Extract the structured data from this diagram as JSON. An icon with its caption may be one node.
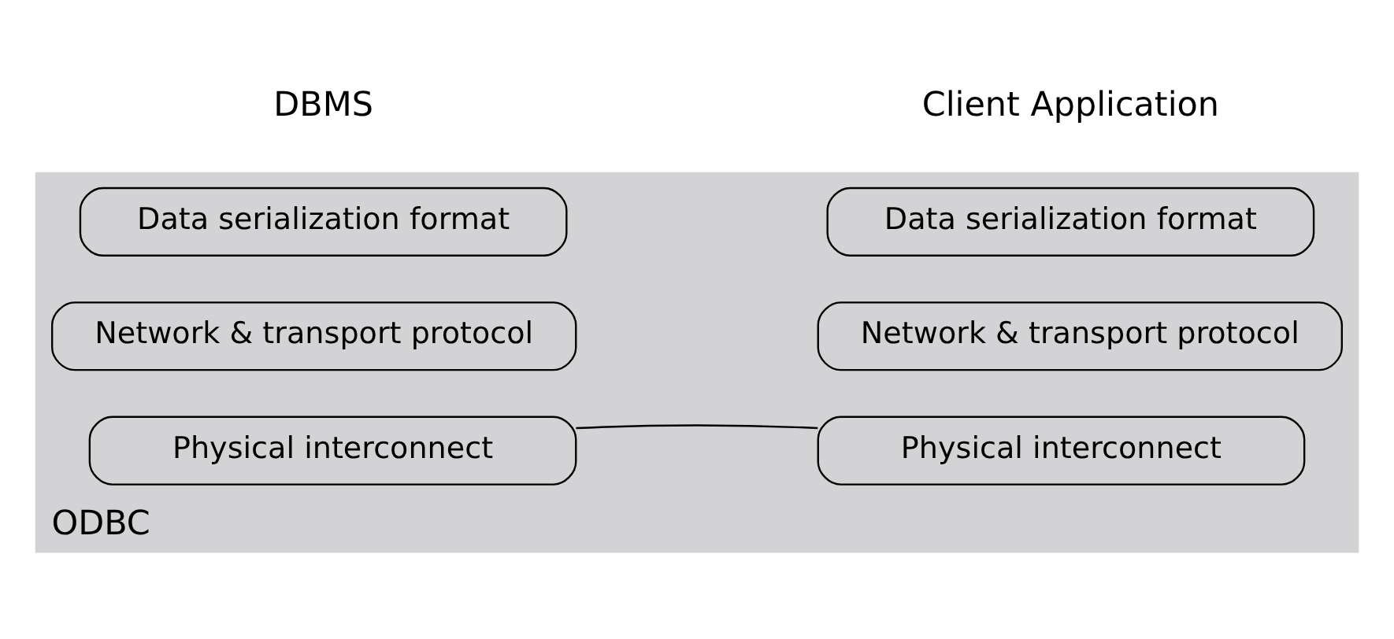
{
  "diagram": {
    "nodes": [
      {
        "text": [
          "ODBC"
        ]
      },
      {
        "text": [
          "Data serialization format"
        ],
        "in": 0
      },
      {
        "text": [
          "Data serialization format"
        ],
        "in": 0
      },
      {
        "text": [
          "Network & transport protocol"
        ],
        "in": 0
      },
      {
        "text": [
          "Network & transport protocol"
        ],
        "in": 0
      },
      {
        "text": [
          "Physical interconnect"
        ],
        "in": 0
      },
      {
        "text": [
          "Physical interconnect"
        ],
        "in": 0
      }
    ],
    "edges": [
      {
        "from": 5,
        "to": 6,
        "arrow": "none"
      }
    ],
    "labels": [
      "DBMS",
      "Client Application"
    ]
  }
}
